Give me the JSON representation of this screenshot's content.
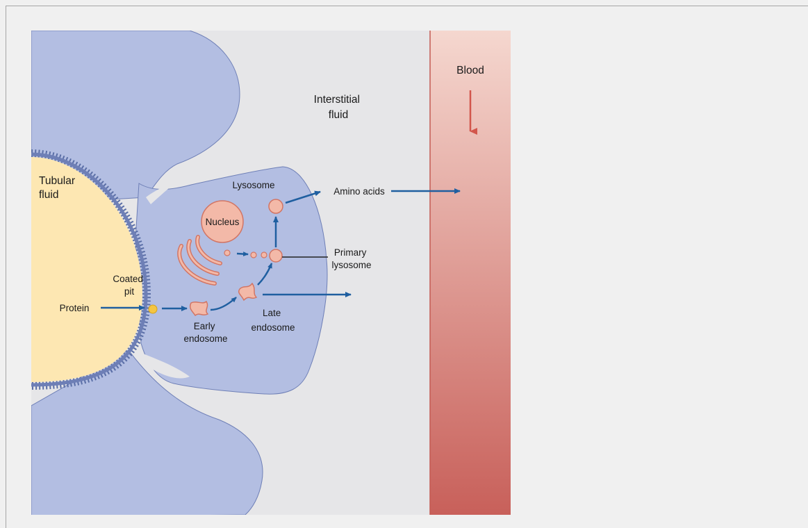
{
  "diagram": {
    "labels": {
      "tubular_fluid": [
        "Tubular",
        "fluid"
      ],
      "interstitial_fluid": [
        "Interstitial",
        "fluid"
      ],
      "blood": "Blood",
      "lysosome": "Lysosome",
      "amino_acids": "Amino acids",
      "nucleus": "Nucleus",
      "primary_lysosome": [
        "Primary",
        "lysosome"
      ],
      "coated_pit": [
        "Coated",
        "pit"
      ],
      "protein": "Protein",
      "early_endosome": [
        "Early",
        "endosome"
      ],
      "late_endosome": [
        "Late",
        "endosome"
      ]
    },
    "colors": {
      "cell": "#b3bee2",
      "cell_edge": "#6e7fb6",
      "microvilli": "#5a6ea6",
      "tubular_fluid": "#fde7b2",
      "interstitial": "#e6e6e8",
      "blood_top": "#f5d7cf",
      "blood_bottom": "#c8605a",
      "organelle_fill": "#f3b9a8",
      "organelle_edge": "#d27564",
      "arrow": "#1f5fa0",
      "blood_arrow": "#d2564c",
      "coated_pit": "#f4c542"
    }
  }
}
